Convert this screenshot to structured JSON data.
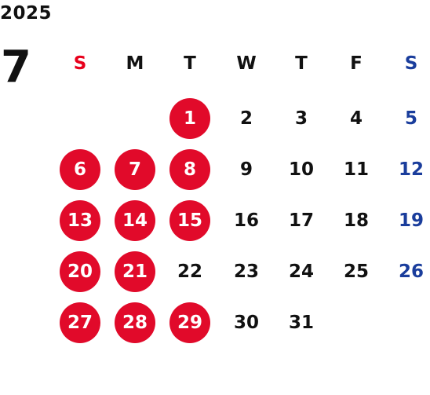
{
  "calendar": {
    "year": "2025",
    "month": "7",
    "weekdays": [
      "S",
      "M",
      "T",
      "W",
      "T",
      "F",
      "S"
    ],
    "weekday_colors": [
      "#e8001c",
      "#111111",
      "#111111",
      "#111111",
      "#111111",
      "#111111",
      "#1a3d9c"
    ],
    "first_weekday_index": 2,
    "days_in_month": 31,
    "highlighted_days": [
      1,
      6,
      7,
      8,
      13,
      14,
      15,
      20,
      21,
      27,
      28,
      29
    ],
    "colors": {
      "highlight": "#e10a2a",
      "highlight_text": "#ffffff",
      "sunday": "#e8001c",
      "saturday_text": "#1a3d9c",
      "default_text": "#111111"
    }
  }
}
